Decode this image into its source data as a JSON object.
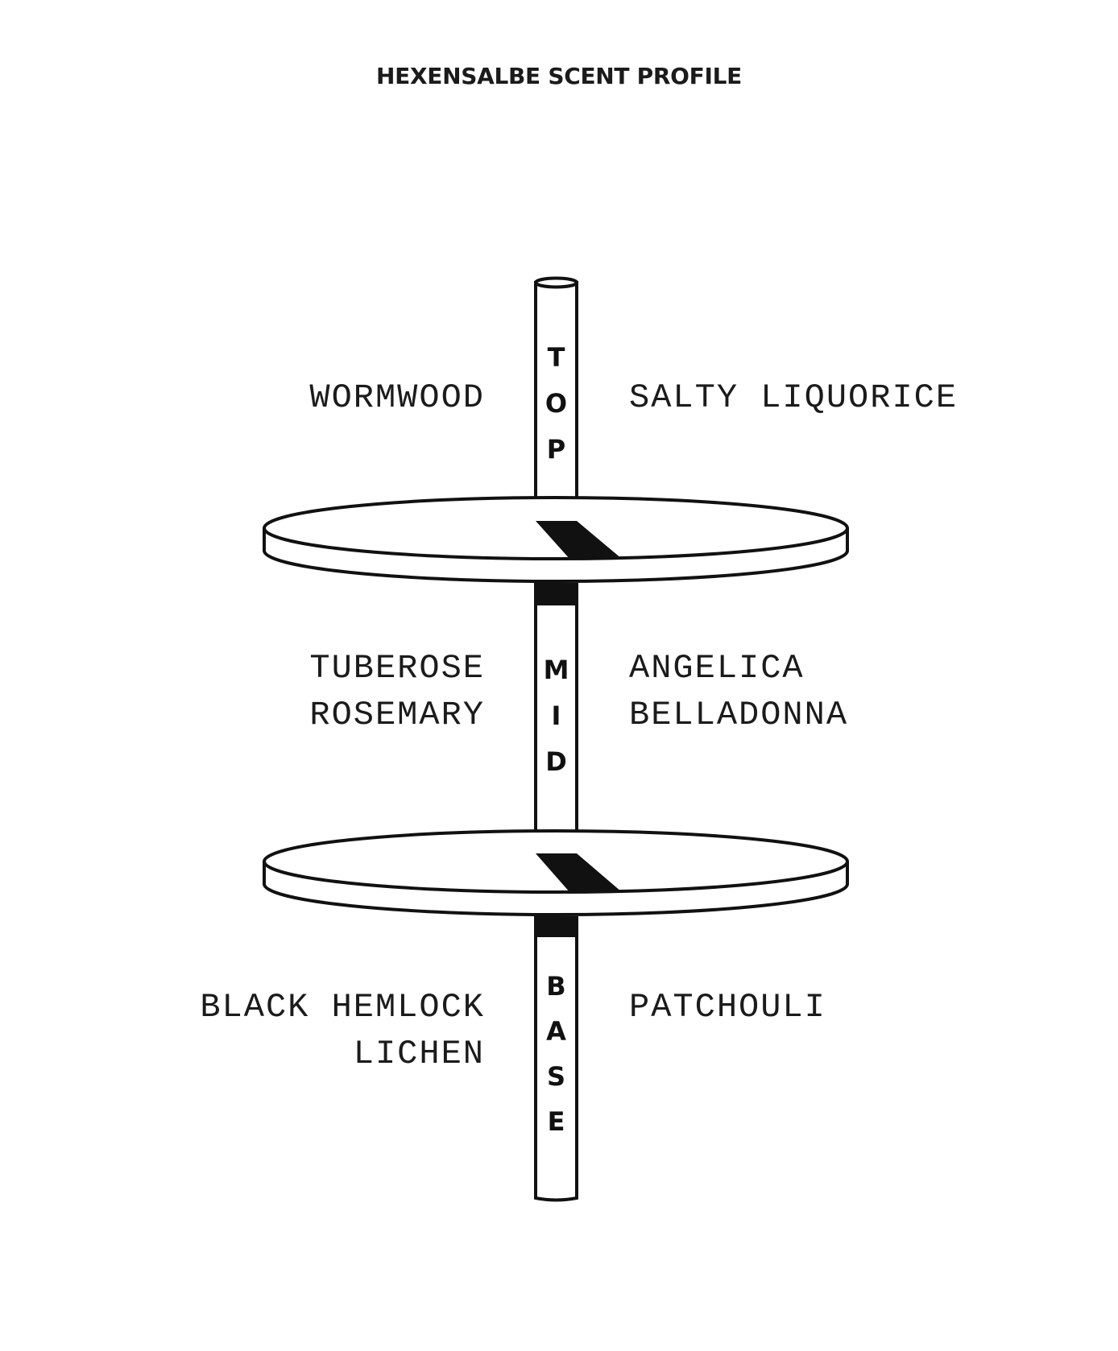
{
  "title": "HEXENSALBE SCENT PROFILE",
  "colors": {
    "ink": "#111111",
    "paper": "#ffffff"
  },
  "tiers": [
    {
      "label": "TOP",
      "letters": [
        "T",
        "O",
        "P"
      ],
      "left_notes": [
        "WORMWOOD"
      ],
      "right_notes": [
        "SALTY LIQUORICE"
      ]
    },
    {
      "label": "MID",
      "letters": [
        "M",
        "I",
        "D"
      ],
      "left_notes": [
        "TUBEROSE",
        "ROSEMARY"
      ],
      "right_notes": [
        "ANGELICA",
        "BELLADONNA"
      ]
    },
    {
      "label": "BASE",
      "letters": [
        "B",
        "A",
        "S",
        "E"
      ],
      "left_notes": [
        "BLACK HEMLOCK",
        "LICHEN"
      ],
      "right_notes": [
        "PATCHOULI"
      ]
    }
  ]
}
